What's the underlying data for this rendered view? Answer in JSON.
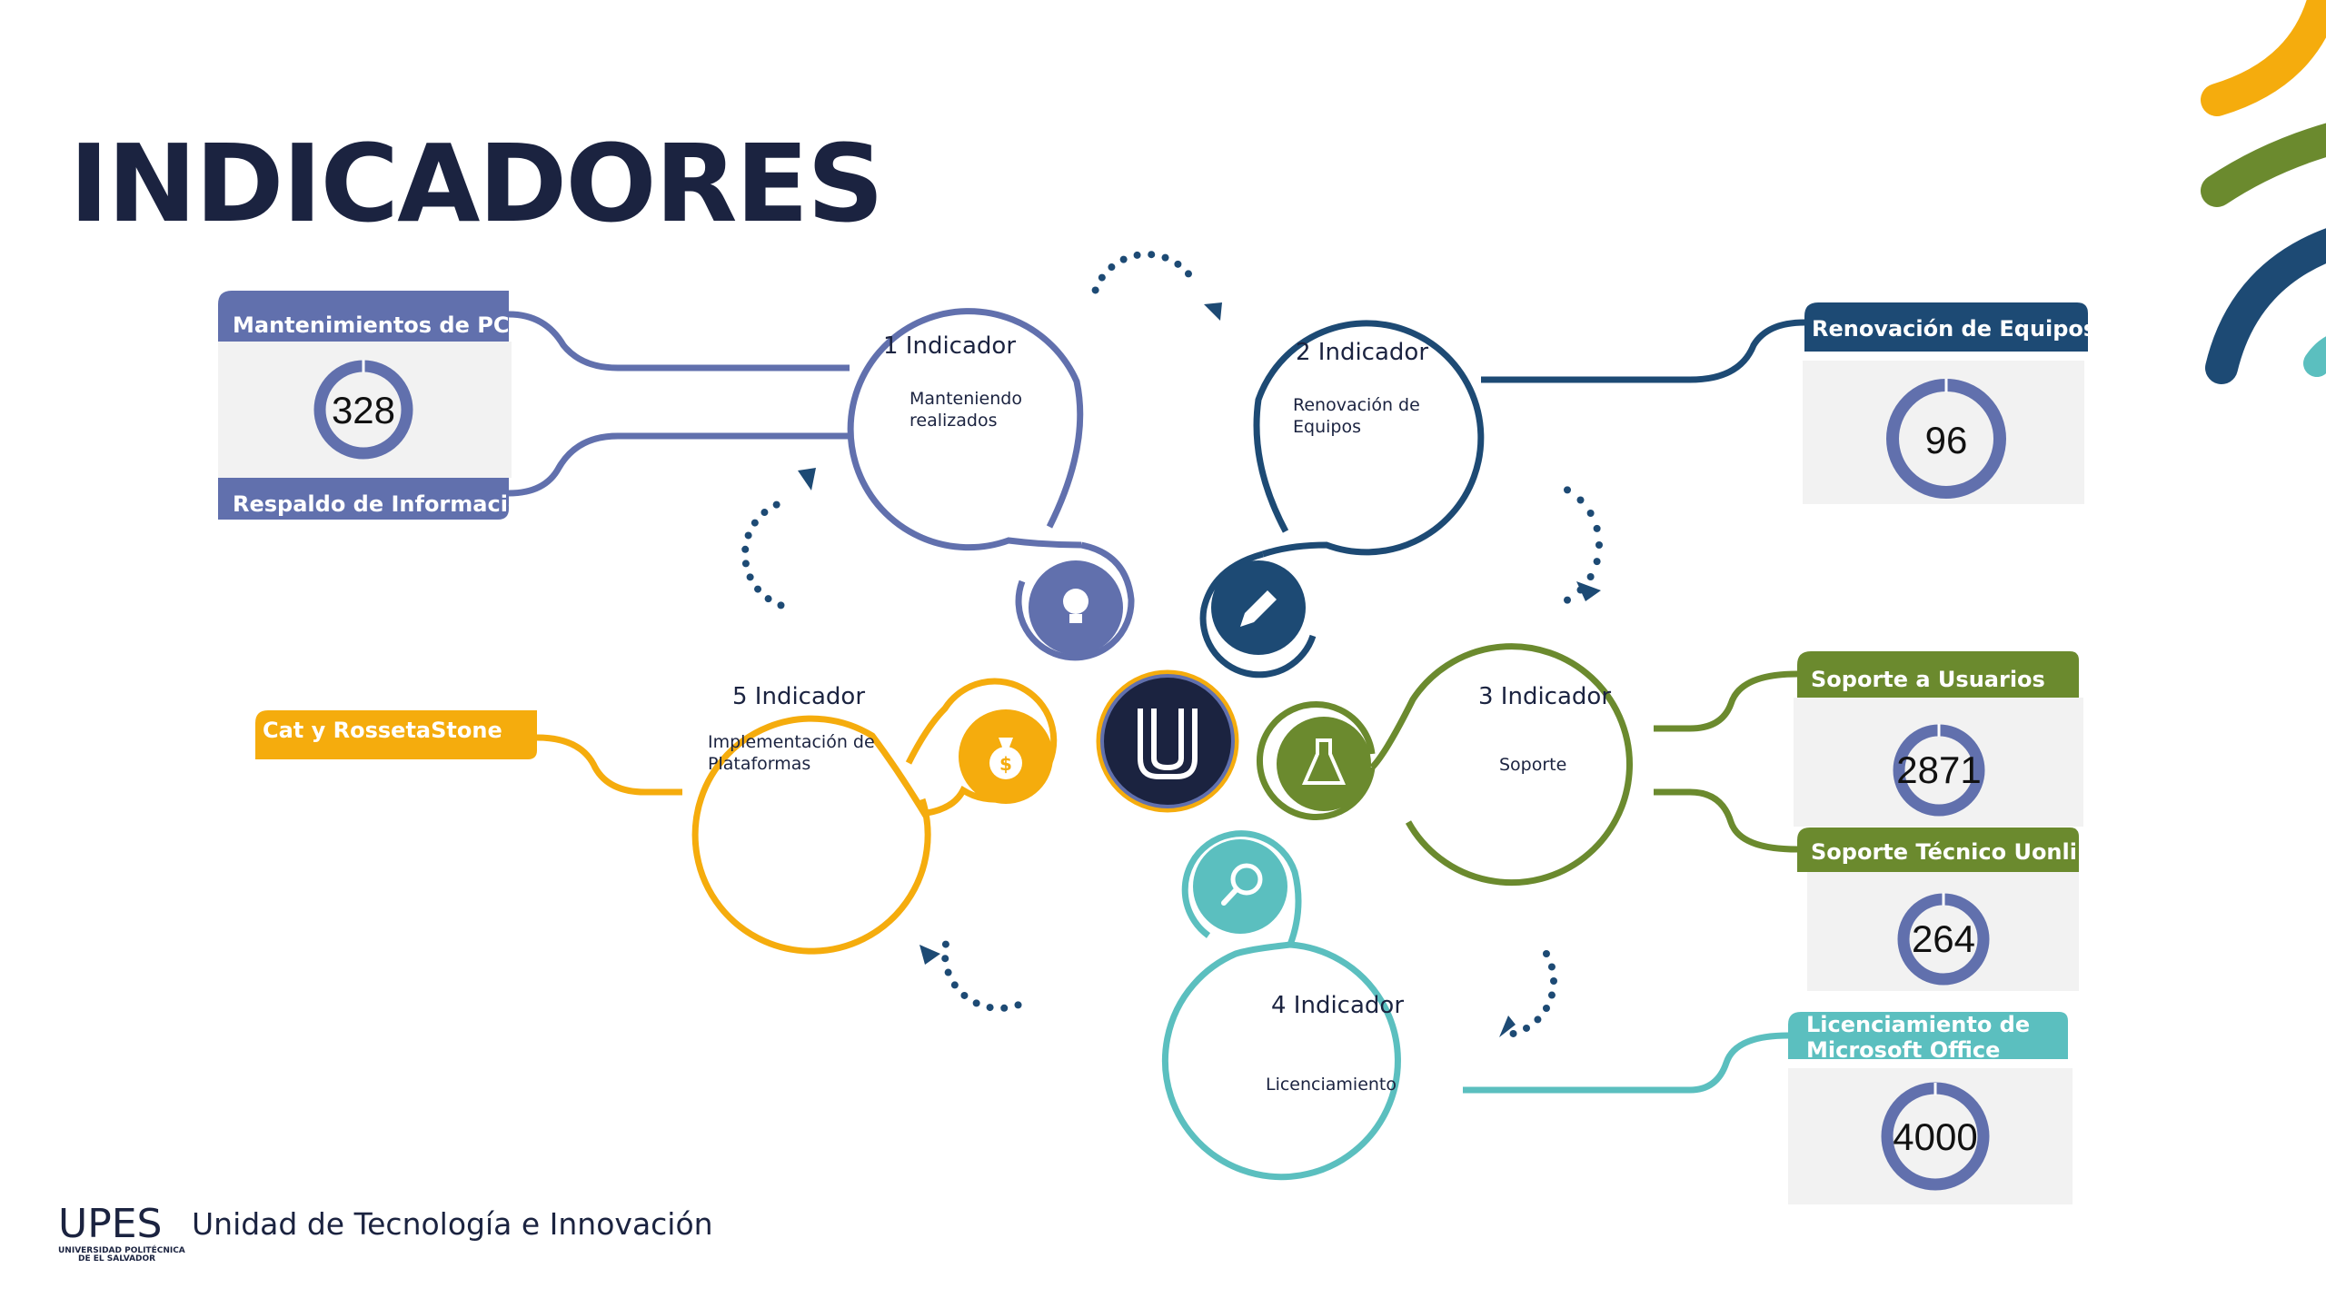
{
  "title": "INDICADORES",
  "colors": {
    "navy": "#1b2340",
    "blue": "#6170ad",
    "darkblue": "#1d4a74",
    "green": "#6b8a2e",
    "teal": "#5bbfbf",
    "yellow": "#f5ac0d"
  },
  "indicators": [
    {
      "title": "1  Indicador",
      "desc": [
        "Manteniendo",
        "realizados"
      ],
      "icon": "lightbulb-icon"
    },
    {
      "title": "2 Indicador",
      "desc": [
        "Renovación de",
        "Equipos"
      ],
      "icon": "pencil-icon"
    },
    {
      "title": "3 Indicador",
      "desc": [
        "Soporte"
      ],
      "icon": "flask-icon"
    },
    {
      "title": "4 Indicador",
      "desc": [
        "Licenciamiento"
      ],
      "icon": "magnifier-icon"
    },
    {
      "title": "5 Indicador",
      "desc": [
        "Implementación de",
        "Plataformas"
      ],
      "icon": "money-bag-icon"
    }
  ],
  "stats": [
    {
      "label": "Mantenimientos de PC",
      "value": "328"
    },
    {
      "label": "Respaldo de Información"
    },
    {
      "label": "Renovación de Equipos",
      "value": "96"
    },
    {
      "label": "Soporte a Usuarios",
      "value": "2871"
    },
    {
      "label": "Soporte Técnico Uonline",
      "value": "264"
    },
    {
      "label": [
        "Licenciamiento de",
        "Microsoft Office"
      ],
      "value": "4000"
    },
    {
      "label": "Cat y RossetaStone"
    }
  ],
  "footer": {
    "logo": "UPES",
    "logo_sub": [
      "UNIVERSIDAD POLITÉCNICA",
      "DE EL SALVADOR"
    ],
    "unit": "Unidad de Tecnología e Innovación"
  }
}
